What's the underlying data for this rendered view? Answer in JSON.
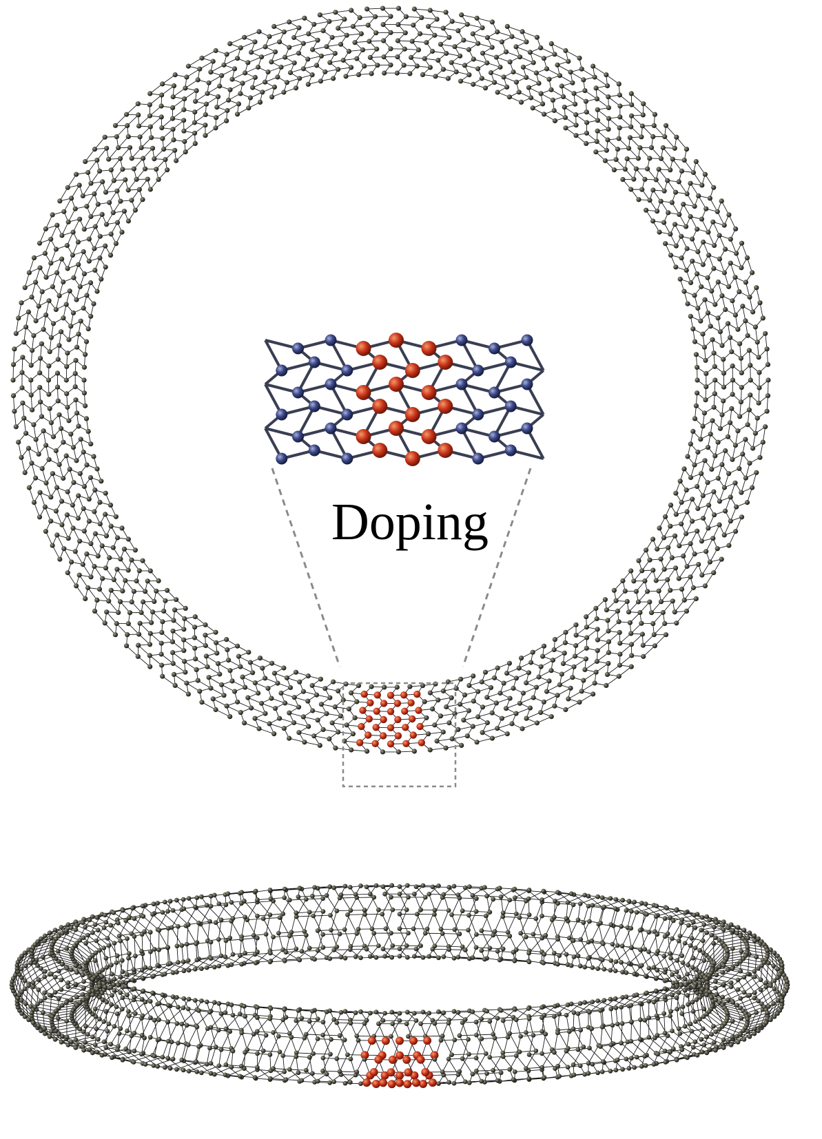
{
  "figure": {
    "label": "Doping",
    "colors": {
      "carbon_atom": "#3a3a36",
      "carbon_highlight": "#9a9478",
      "bond": "#1a1a1a",
      "dopant_atom": "#c8331a",
      "dopant_highlight": "#f08a5a",
      "inset_atom": "#3d4a8c",
      "inset_highlight": "#9aa6c8",
      "callout_line": "#8a8a8a"
    },
    "panels": [
      {
        "name": "top-view-nanotorus",
        "view": "top"
      },
      {
        "name": "side-view-nanotorus",
        "view": "perspective"
      },
      {
        "name": "doping-inset",
        "view": "zoom"
      }
    ]
  }
}
